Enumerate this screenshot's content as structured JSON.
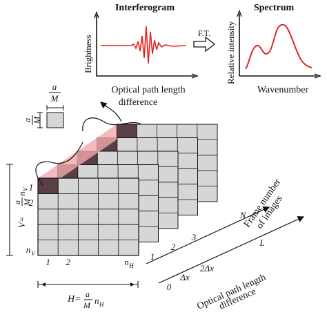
{
  "interferogram": {
    "title": "Interferogram",
    "ylabel": "Brightness",
    "xlabel_line1": "Optical path length",
    "xlabel_line2": "difference"
  },
  "transform": {
    "label": "F.T."
  },
  "spectrum": {
    "title": "Spectrum",
    "ylabel": "Relative intensity",
    "xlabel": "Wavenumber"
  },
  "pixel": {
    "frac_num": "a",
    "frac_den": "M"
  },
  "axes": {
    "frame_line1": "Frame number",
    "frame_line2": "of images",
    "opl_line1": "Optical path length",
    "opl_line2": "difference",
    "frame_ticks": [
      "1",
      "2",
      "3",
      "N"
    ],
    "opl_ticks": [
      "0",
      "Δx",
      "2Δx",
      "L"
    ],
    "h_ticks": [
      "1",
      "2",
      "n",
      "H"
    ],
    "v_ticks": [
      "1",
      "2",
      "n",
      "V"
    ],
    "h_label": "H=",
    "v_label": "V="
  },
  "colors": {
    "interferogram_curve": "#e02424",
    "spectrum_curve": "#e02424",
    "highlight_row": "#f2a9ab",
    "dark_cell": "#5a4046",
    "frame_fill": "#d6d6d6"
  }
}
